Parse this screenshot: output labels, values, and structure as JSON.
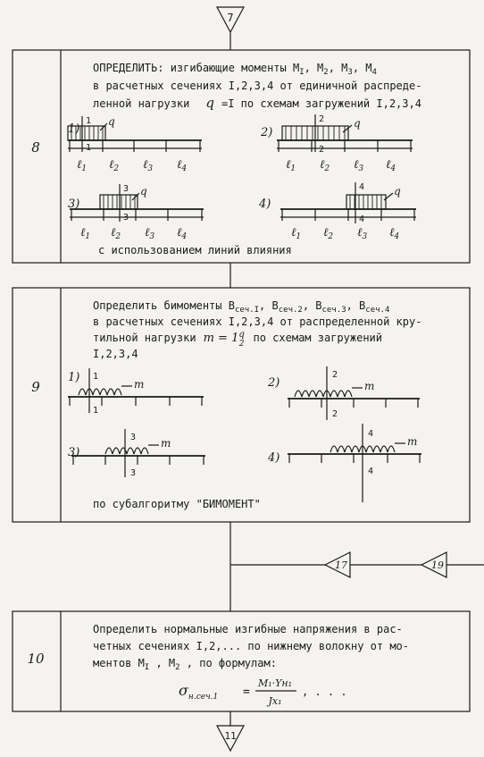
{
  "connectors": {
    "top_in": "7",
    "bottom_out": "11",
    "right_a": "17",
    "right_b": "19"
  },
  "block8": {
    "number": "8",
    "line1_a": "ОПРЕДЕЛИТЬ: изгибающие моменты  M",
    "line1_sub1": "I",
    "line1_b": ", M",
    "line1_sub2": "2",
    "line1_c": ", M",
    "line1_sub3": "3",
    "line1_d": ", M",
    "line1_sub4": "4",
    "line2": "в расчетных сечениях I,2,3,4 от единичной распреде-",
    "line3_a": "ленной нагрузки",
    "line3_q": "q",
    "line3_b": "=I по схемам загружений I,2,3,4",
    "footer": "с использованием линий влияния",
    "scheme_labels": [
      "1)",
      "2)",
      "3)",
      "4)"
    ],
    "section_marks": [
      "1",
      "2",
      "3",
      "4"
    ],
    "load_label": "q",
    "span_labels": [
      "ℓ",
      "ℓ",
      "ℓ",
      "ℓ"
    ],
    "span_subs": [
      "1",
      "2",
      "3",
      "4"
    ]
  },
  "block9": {
    "number": "9",
    "line1_a": "Определить бимоменты B",
    "sub1": "сеч.I",
    "sep1": ", B",
    "sub2": "сеч.2",
    "sep2": ", B",
    "sub3": "сеч.3",
    "sep3": ", B",
    "sub4": "сеч.4",
    "line2": "в расчетных сечениях I,2,3,4 от распределенной кру-",
    "line3_a": "тильной нагрузки",
    "line3_m": "m = 1",
    "line3_frac_num": "q",
    "line3_frac_den": "2",
    "line3_b": "по схемам загружений",
    "line4": "I,2,3,4",
    "footer": "по субалгоритму \"БИМОМЕНТ\"",
    "scheme_labels": [
      "1)",
      "2)",
      "3)",
      "4)"
    ],
    "section_marks": [
      "1",
      "2",
      "3",
      "4"
    ],
    "load_label": "m"
  },
  "block10": {
    "number": "10",
    "line1": "Определить нормальные изгибные напряжения в рас-",
    "line2": "четных сечениях I,2,... по нижнему волокну от мо-",
    "line3_a": "ментов  M",
    "line3_sub1": "I",
    "line3_b": " ,  M",
    "line3_sub2": "2",
    "line3_c": " , по формулам:",
    "formula_sigma": "σ",
    "formula_sigma_sub": "н.сеч.1",
    "formula_eq": "=",
    "formula_num": "M₁·Yн₁",
    "formula_den": "Jx₁",
    "formula_tail": ", . . ."
  }
}
